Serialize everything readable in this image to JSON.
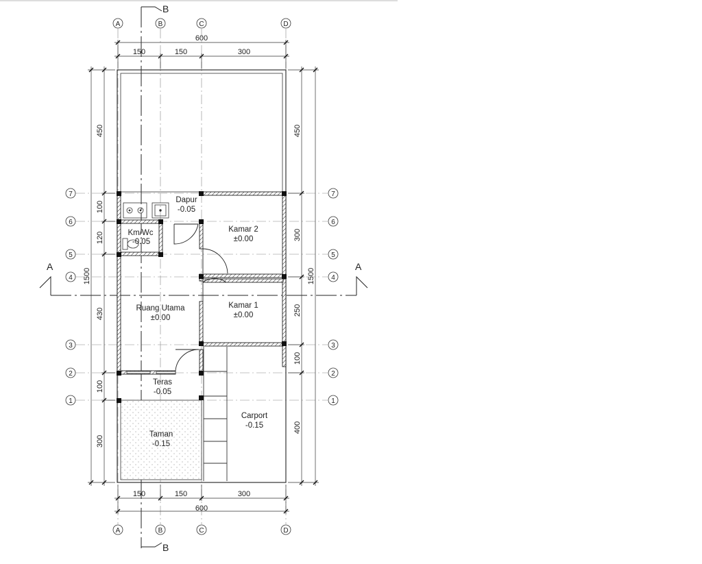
{
  "column_labels": [
    "A",
    "B",
    "C",
    "D"
  ],
  "row_labels": [
    "1",
    "2",
    "3",
    "4",
    "5",
    "6",
    "7"
  ],
  "dims_top": {
    "total": "600",
    "segments": [
      "150",
      "150",
      "300"
    ]
  },
  "dims_bottom": {
    "total": "600",
    "segments": [
      "150",
      "150",
      "300"
    ]
  },
  "dims_left": {
    "total": "1500",
    "segments": [
      "450",
      "100",
      "120",
      "430",
      "100",
      "300"
    ]
  },
  "dims_right": {
    "total": "1500",
    "segments": [
      "450",
      "300",
      "250",
      "100",
      "400"
    ]
  },
  "section_marks": {
    "horizontal": "A",
    "vertical": "B"
  },
  "rooms": [
    {
      "name": "Dapur",
      "level": "-0.05"
    },
    {
      "name": "Km/Wc",
      "level": "-0.05"
    },
    {
      "name": "Kamar 2",
      "level": "±0.00"
    },
    {
      "name": "Ruang Utama",
      "level": "±0.00"
    },
    {
      "name": "Kamar 1",
      "level": "±0.00"
    },
    {
      "name": "Teras",
      "level": "-0.05"
    },
    {
      "name": "Carport",
      "level": "-0.15"
    },
    {
      "name": "Taman",
      "level": "-0.15"
    }
  ]
}
